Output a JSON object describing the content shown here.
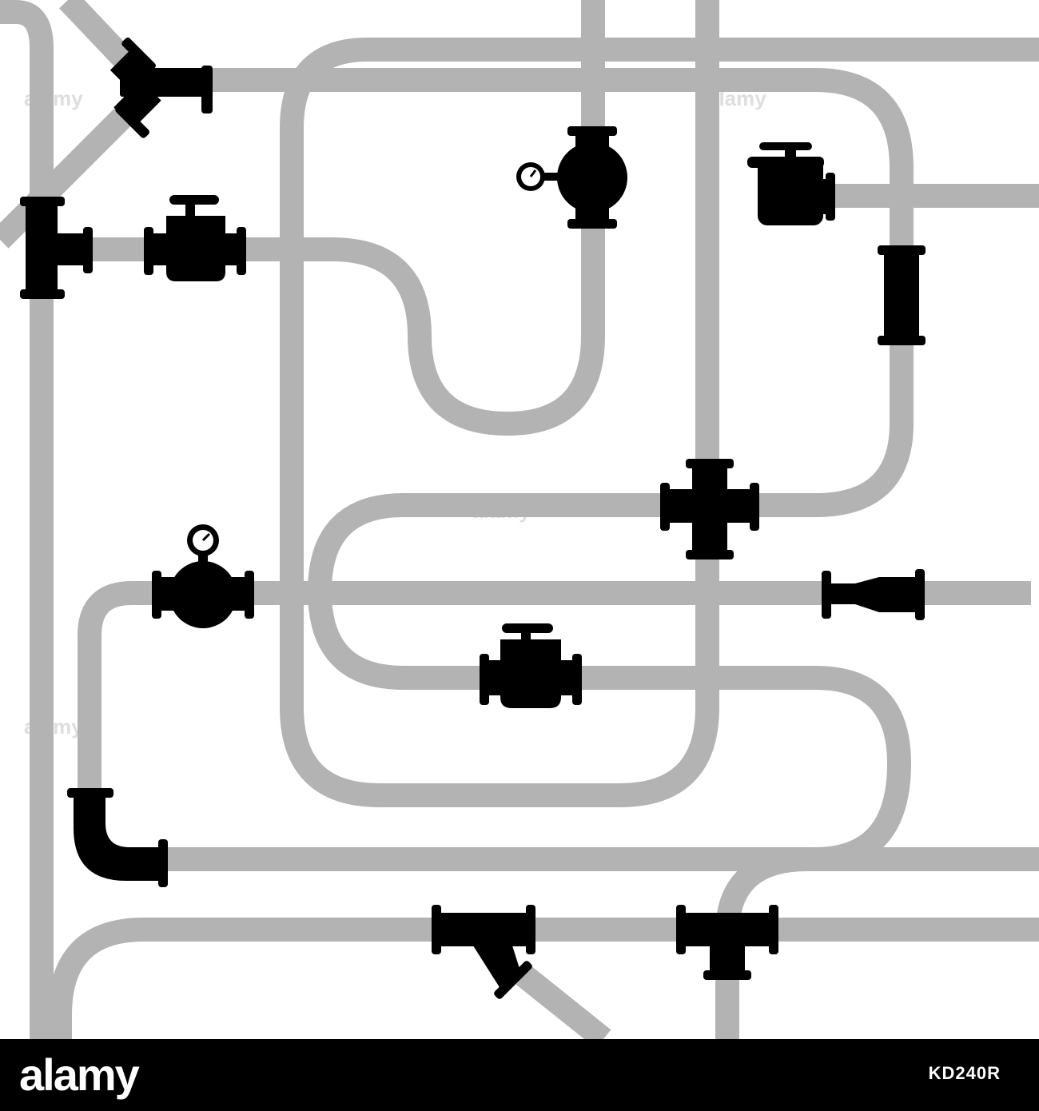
{
  "colors": {
    "pipe": "#b3b3b3",
    "fitting": "#000000",
    "background": "#ffffff",
    "footer": "#000000",
    "footer_text": "#ffffff"
  },
  "watermark": {
    "text": "alamy"
  },
  "footer": {
    "logo_text": "alamy",
    "image_id": "KD240R"
  },
  "components": [
    {
      "name": "wye-fitting-top-left",
      "icon": "wye-fitting-icon"
    },
    {
      "name": "tee-fitting-left",
      "icon": "tee-fitting-icon"
    },
    {
      "name": "gate-valve-upper-left",
      "icon": "gate-valve-icon"
    },
    {
      "name": "pressure-gauge-valve-top",
      "icon": "pressure-gauge-valve-icon"
    },
    {
      "name": "strainer-top-right",
      "icon": "strainer-icon"
    },
    {
      "name": "straight-coupling-right",
      "icon": "coupling-icon"
    },
    {
      "name": "cross-fitting-center-right",
      "icon": "cross-fitting-icon"
    },
    {
      "name": "pressure-gauge-valve-left",
      "icon": "pressure-gauge-valve-icon"
    },
    {
      "name": "reducer-right",
      "icon": "reducer-icon"
    },
    {
      "name": "gate-valve-center",
      "icon": "gate-valve-icon"
    },
    {
      "name": "elbow-fitting-bottom-left",
      "icon": "elbow-fitting-icon"
    },
    {
      "name": "wye-fitting-bottom",
      "icon": "wye-fitting-icon"
    },
    {
      "name": "tee-fitting-bottom",
      "icon": "tee-fitting-icon"
    }
  ]
}
